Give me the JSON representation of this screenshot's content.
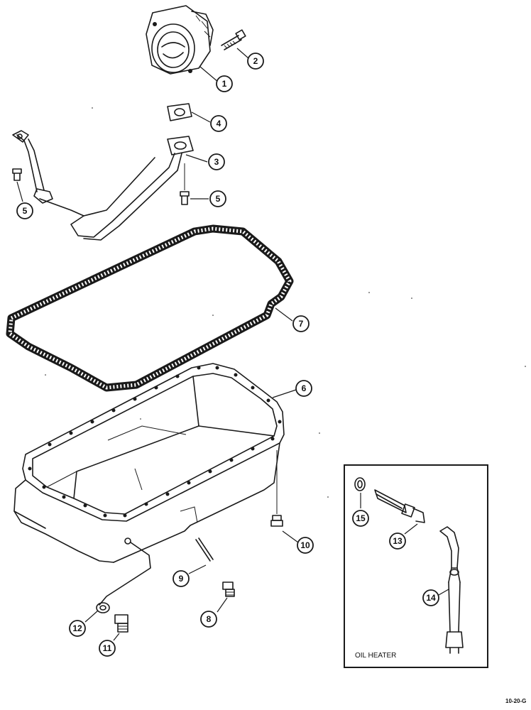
{
  "callouts": [
    {
      "number": "1"
    },
    {
      "number": "2"
    },
    {
      "number": "3"
    },
    {
      "number": "4"
    },
    {
      "number": "5"
    },
    {
      "number": "5"
    },
    {
      "number": "6"
    },
    {
      "number": "7"
    },
    {
      "number": "8"
    },
    {
      "number": "9"
    },
    {
      "number": "10"
    },
    {
      "number": "11"
    },
    {
      "number": "12"
    },
    {
      "number": "13"
    },
    {
      "number": "14"
    },
    {
      "number": "15"
    }
  ],
  "inset": {
    "title": "OIL HEATER"
  },
  "figure_code": "10-20-G"
}
